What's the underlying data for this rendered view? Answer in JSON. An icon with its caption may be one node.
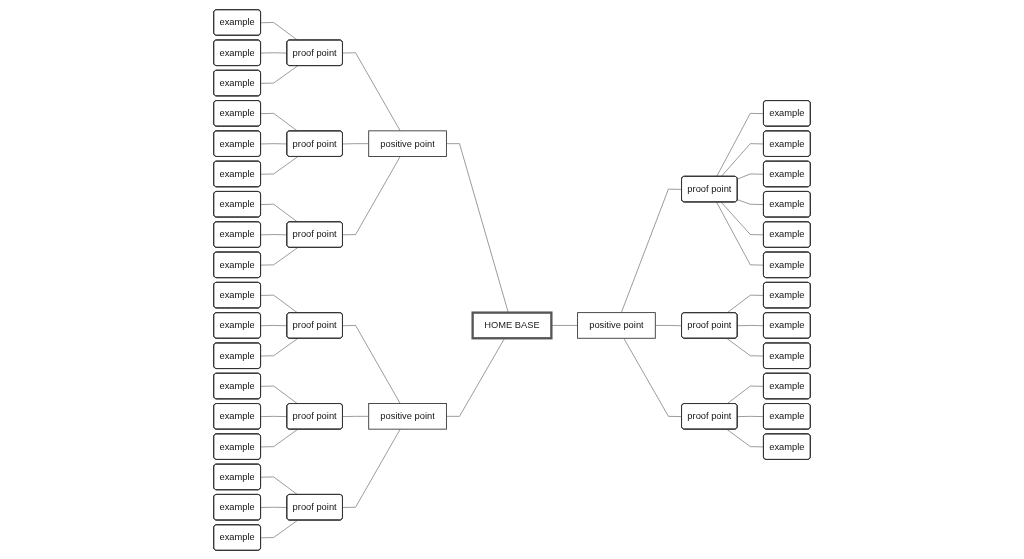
{
  "diagram": {
    "nodes": [
      {
        "text": [
          "HOME BASE"
        ]
      },
      {
        "text": [
          "positive point"
        ]
      },
      {
        "text": [
          "proof point"
        ]
      },
      {
        "text": [
          "proof point"
        ]
      },
      {
        "text": [
          "proof point"
        ]
      },
      {
        "text": [
          "example"
        ]
      },
      {
        "text": [
          "example"
        ]
      },
      {
        "text": [
          "example"
        ]
      },
      {
        "text": [
          "example"
        ]
      },
      {
        "text": [
          "example"
        ]
      },
      {
        "text": [
          "example"
        ]
      },
      {
        "text": [
          "example"
        ]
      },
      {
        "text": [
          "example"
        ]
      },
      {
        "text": [
          "example"
        ]
      },
      {
        "text": [
          "positive point"
        ]
      },
      {
        "text": [
          "proof point"
        ]
      },
      {
        "text": [
          "proof point"
        ]
      },
      {
        "text": [
          "proof point"
        ]
      },
      {
        "text": [
          "example"
        ]
      },
      {
        "text": [
          "example"
        ]
      },
      {
        "text": [
          "example"
        ]
      },
      {
        "text": [
          "example"
        ]
      },
      {
        "text": [
          "example"
        ]
      },
      {
        "text": [
          "example"
        ]
      },
      {
        "text": [
          "example"
        ]
      },
      {
        "text": [
          "example"
        ]
      },
      {
        "text": [
          "example"
        ]
      },
      {
        "text": [
          "example"
        ]
      },
      {
        "text": [
          "example"
        ]
      },
      {
        "text": [
          "example"
        ]
      },
      {
        "text": [
          "positive point"
        ]
      },
      {
        "text": [
          "proof point"
        ]
      },
      {
        "text": [
          "proof point"
        ]
      },
      {
        "text": [
          "proof point"
        ]
      },
      {
        "text": [
          "example"
        ]
      },
      {
        "text": [
          "example"
        ]
      },
      {
        "text": [
          "example"
        ]
      },
      {
        "text": [
          "example"
        ]
      },
      {
        "text": [
          "example"
        ]
      },
      {
        "text": [
          "example"
        ]
      },
      {
        "text": [
          "example"
        ]
      },
      {
        "text": [
          "example"
        ]
      },
      {
        "text": [
          "example"
        ]
      }
    ],
    "edges": [
      {
        "from": 1,
        "to": 0,
        "arrow": "none"
      },
      {
        "from": 2,
        "to": 1,
        "arrow": "none"
      },
      {
        "from": 3,
        "to": 1,
        "arrow": "none"
      },
      {
        "from": 4,
        "to": 1,
        "arrow": "none"
      },
      {
        "from": 5,
        "to": 2,
        "arrow": "none"
      },
      {
        "from": 6,
        "to": 2,
        "arrow": "none"
      },
      {
        "from": 7,
        "to": 2,
        "arrow": "none"
      },
      {
        "from": 8,
        "to": 3,
        "arrow": "none"
      },
      {
        "from": 9,
        "to": 3,
        "arrow": "none"
      },
      {
        "from": 10,
        "to": 3,
        "arrow": "none"
      },
      {
        "from": 11,
        "to": 4,
        "arrow": "none"
      },
      {
        "from": 12,
        "to": 4,
        "arrow": "none"
      },
      {
        "from": 13,
        "to": 4,
        "arrow": "none"
      },
      {
        "from": 0,
        "to": 14,
        "arrow": "none"
      },
      {
        "from": 14,
        "to": 15,
        "arrow": "none"
      },
      {
        "from": 14,
        "to": 16,
        "arrow": "none"
      },
      {
        "from": 14,
        "to": 17,
        "arrow": "none"
      },
      {
        "from": 15,
        "to": 18,
        "arrow": "none"
      },
      {
        "from": 15,
        "to": 19,
        "arrow": "none"
      },
      {
        "from": 15,
        "to": 20,
        "arrow": "none"
      },
      {
        "from": 15,
        "to": 21,
        "arrow": "none"
      },
      {
        "from": 15,
        "to": 22,
        "arrow": "none"
      },
      {
        "from": 15,
        "to": 23,
        "arrow": "none"
      },
      {
        "from": 16,
        "to": 24,
        "arrow": "none"
      },
      {
        "from": 16,
        "to": 25,
        "arrow": "none"
      },
      {
        "from": 16,
        "to": 26,
        "arrow": "none"
      },
      {
        "from": 17,
        "to": 27,
        "arrow": "none"
      },
      {
        "from": 17,
        "to": 28,
        "arrow": "none"
      },
      {
        "from": 17,
        "to": 29,
        "arrow": "none"
      },
      {
        "from": 30,
        "to": 0,
        "arrow": "none"
      },
      {
        "from": 31,
        "to": 30,
        "arrow": "none"
      },
      {
        "from": 32,
        "to": 30,
        "arrow": "none"
      },
      {
        "from": 33,
        "to": 30,
        "arrow": "none"
      },
      {
        "from": 34,
        "to": 31,
        "arrow": "none"
      },
      {
        "from": 35,
        "to": 31,
        "arrow": "none"
      },
      {
        "from": 36,
        "to": 31,
        "arrow": "none"
      },
      {
        "from": 37,
        "to": 32,
        "arrow": "none"
      },
      {
        "from": 38,
        "to": 32,
        "arrow": "none"
      },
      {
        "from": 39,
        "to": 32,
        "arrow": "none"
      },
      {
        "from": 40,
        "to": 33,
        "arrow": "none"
      },
      {
        "from": 41,
        "to": 33,
        "arrow": "none"
      },
      {
        "from": 42,
        "to": 33,
        "arrow": "none"
      }
    ]
  }
}
